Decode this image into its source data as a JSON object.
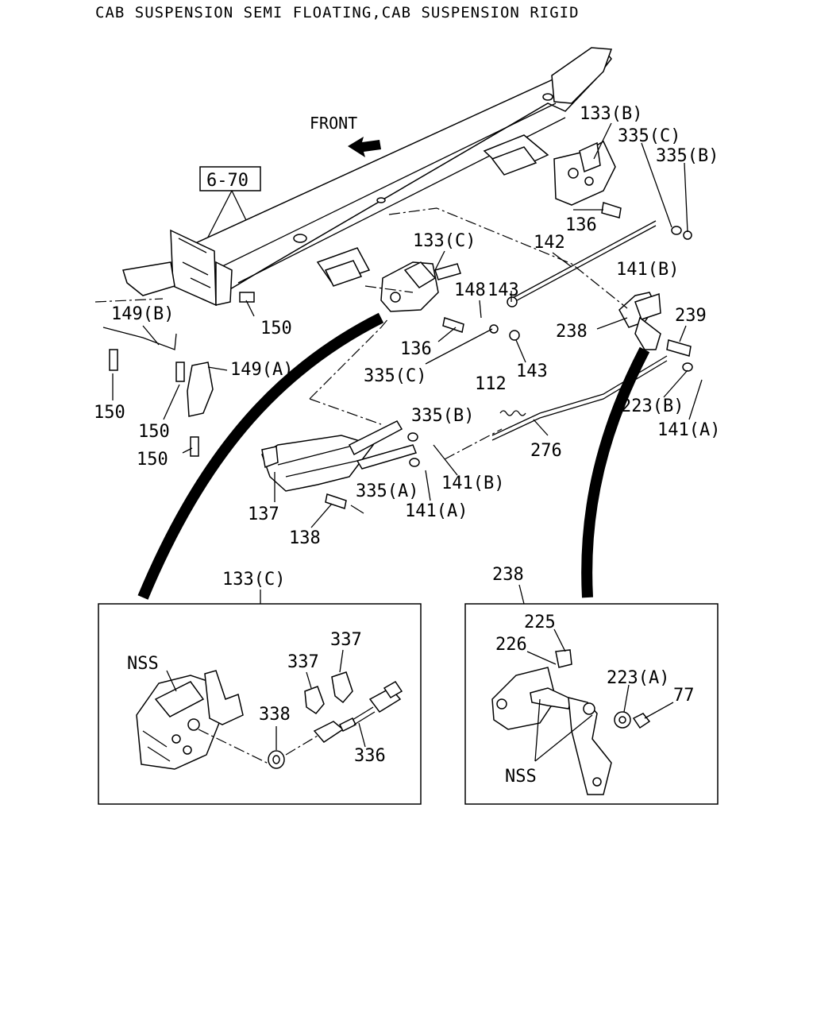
{
  "title": "CAB SUSPENSION SEMI FLOATING,CAB SUSPENSION RIGID",
  "front_label": "FRONT",
  "ref_box": "6-70",
  "callouts": {
    "p133B": "133(B)",
    "p335C_top": "335(C)",
    "p335B_top": "335(B)",
    "p136_top": "136",
    "p142": "142",
    "p141B_top": "141(B)",
    "p133C": "133(C)",
    "p143_top": "143",
    "p148": "148",
    "p238": "238",
    "p239": "239",
    "p150_mid": "150",
    "p149B": "149(B)",
    "p149A": "149(A)",
    "p136_mid": "136",
    "p335C_mid": "335(C)",
    "p143_mid": "143",
    "p223B": "223(B)",
    "p141A_right": "141(A)",
    "p112": "112",
    "p335B_mid": "335(B)",
    "p276": "276",
    "p150_a": "150",
    "p150_b": "150",
    "p150_c": "150",
    "p335A": "335(A)",
    "p141B_low": "141(B)",
    "p141A_low": "141(A)",
    "p137": "137",
    "p138": "138"
  },
  "detail_left": {
    "title": "133(C)",
    "nss": "NSS",
    "p337a": "337",
    "p337b": "337",
    "p338": "338",
    "p336": "336"
  },
  "detail_right": {
    "title": "238",
    "p225": "225",
    "p226": "226",
    "p223A": "223(A)",
    "p77": "77",
    "nss": "NSS"
  }
}
